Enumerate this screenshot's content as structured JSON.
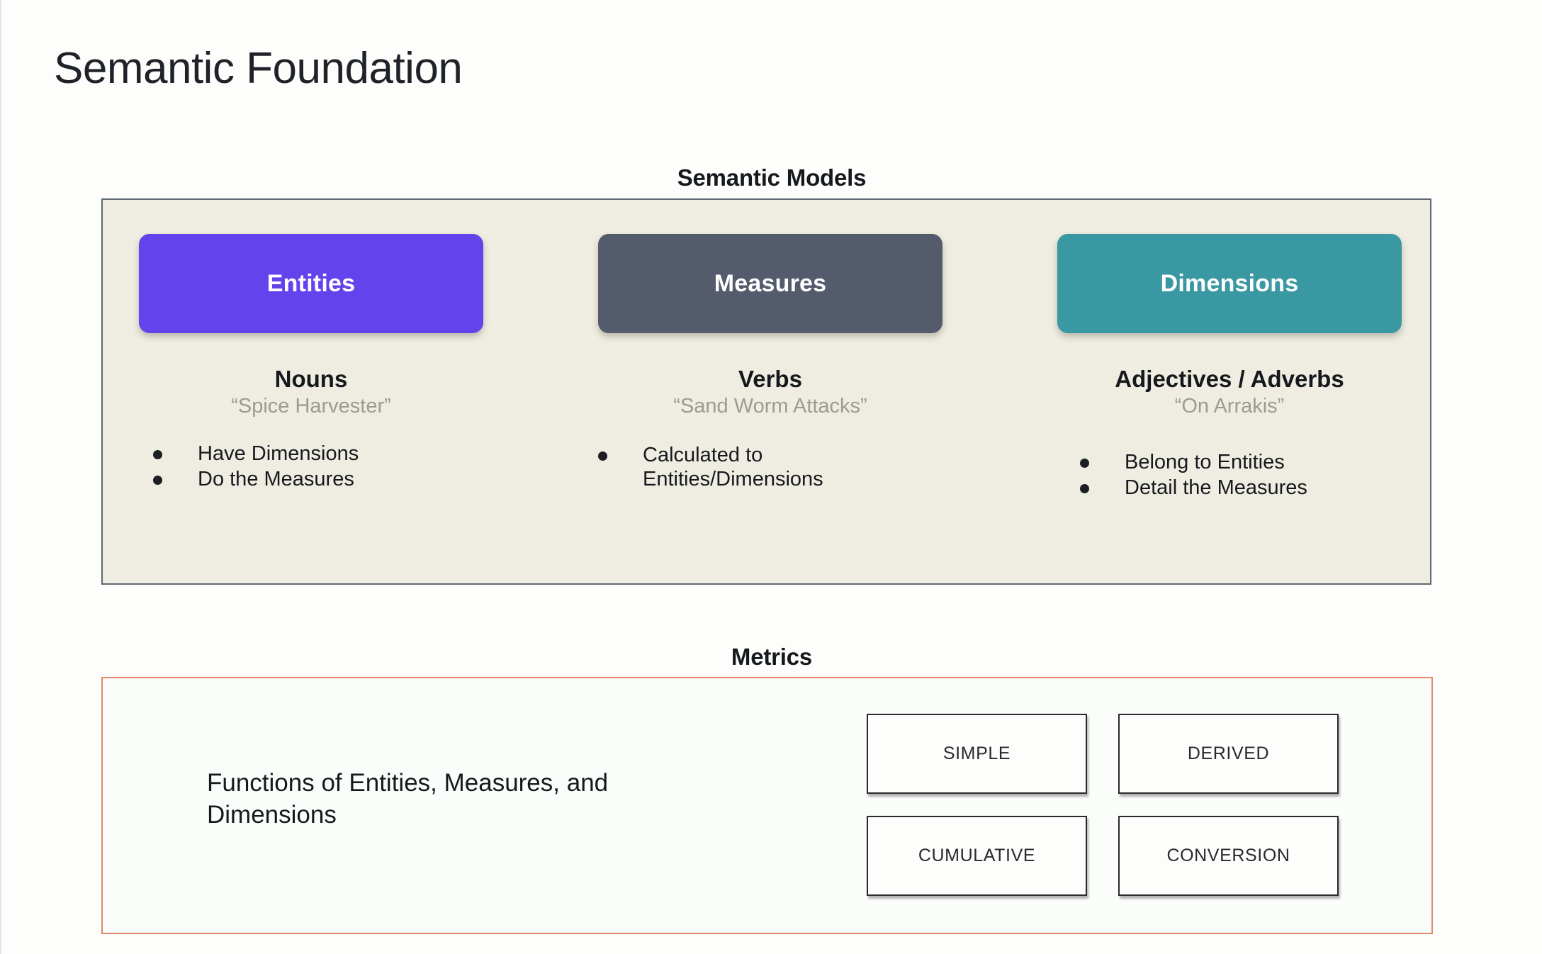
{
  "slide": {
    "title": "Semantic Foundation"
  },
  "semantic_models": {
    "heading": "Semantic Models",
    "panel_bg": "#efede1",
    "panel_border": "#5f6875",
    "columns": [
      {
        "chip_label": "Entities",
        "chip_color": "#6343ec",
        "part_of_speech": "Nouns",
        "example": "“Spice Harvester”",
        "bullets": [
          "Have Dimensions",
          "Do the Measures"
        ]
      },
      {
        "chip_label": "Measures",
        "chip_color": "#535b6c",
        "part_of_speech": "Verbs",
        "example": "“Sand Worm Attacks”",
        "bullets": [
          "Calculated to\nEntities/Dimensions"
        ]
      },
      {
        "chip_label": "Dimensions",
        "chip_color": "#3a98a2",
        "part_of_speech": "Adjectives / Adverbs",
        "example": "“On Arrakis”",
        "bullets": [
          "Belong to Entities",
          "Detail the Measures"
        ]
      }
    ]
  },
  "metrics": {
    "heading": "Metrics",
    "panel_border": "#e08a6b",
    "description": "Functions of Entities, Measures, and Dimensions",
    "types": [
      "SIMPLE",
      "DERIVED",
      "CUMULATIVE",
      "CONVERSION"
    ]
  }
}
